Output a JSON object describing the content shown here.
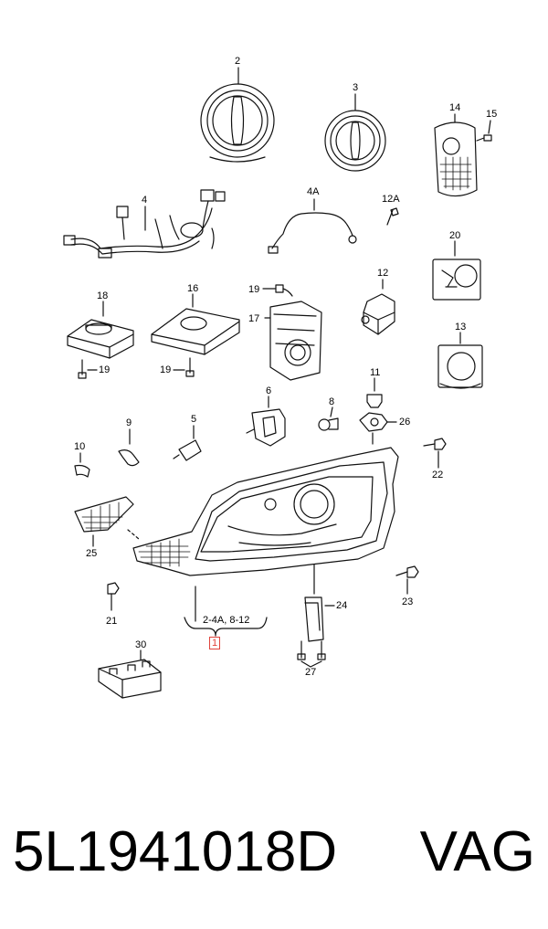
{
  "diagram": {
    "callouts": {
      "c2": "2",
      "c3": "3",
      "c14": "14",
      "c15": "15",
      "c4": "4",
      "c4A": "4A",
      "c12A": "12A",
      "c20": "20",
      "c18": "18",
      "c16": "16",
      "c19a": "19",
      "c17": "17",
      "c12": "12",
      "c19b": "19",
      "c19c": "19",
      "c13": "13",
      "c6": "6",
      "c8": "8",
      "c11": "11",
      "c26": "26",
      "c9": "9",
      "c5": "5",
      "c10": "10",
      "c22": "22",
      "c25": "25",
      "c21": "21",
      "c23": "23",
      "c24": "24",
      "c_range": "2-4A, 8-12",
      "c1": "1",
      "c27": "27",
      "c30": "30"
    }
  },
  "part": {
    "number": "5L1941018D",
    "brand": "VAG"
  }
}
